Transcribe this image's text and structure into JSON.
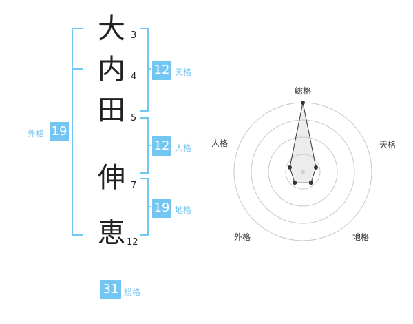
{
  "name": {
    "chars": [
      "大",
      "内",
      "田",
      "伸",
      "恵"
    ],
    "strokes": [
      "3",
      "4",
      "5",
      "7",
      "12"
    ]
  },
  "fortune": {
    "tenkaku": {
      "label": "天格",
      "value": "12"
    },
    "jinkaku": {
      "label": "人格",
      "value": "12"
    },
    "chikaku": {
      "label": "地格",
      "value": "19"
    },
    "gaikaku": {
      "label": "外格",
      "value": "19"
    },
    "soukaku": {
      "label": "総格",
      "value": "31"
    }
  },
  "chart_data": {
    "type": "radar",
    "axes": [
      "総格",
      "天格",
      "地格",
      "外格",
      "人格"
    ],
    "values": [
      5,
      1,
      1,
      1,
      1
    ],
    "max": 5,
    "rings": 4
  },
  "colors": {
    "accent": "#74c6f2",
    "text": "#222222"
  }
}
